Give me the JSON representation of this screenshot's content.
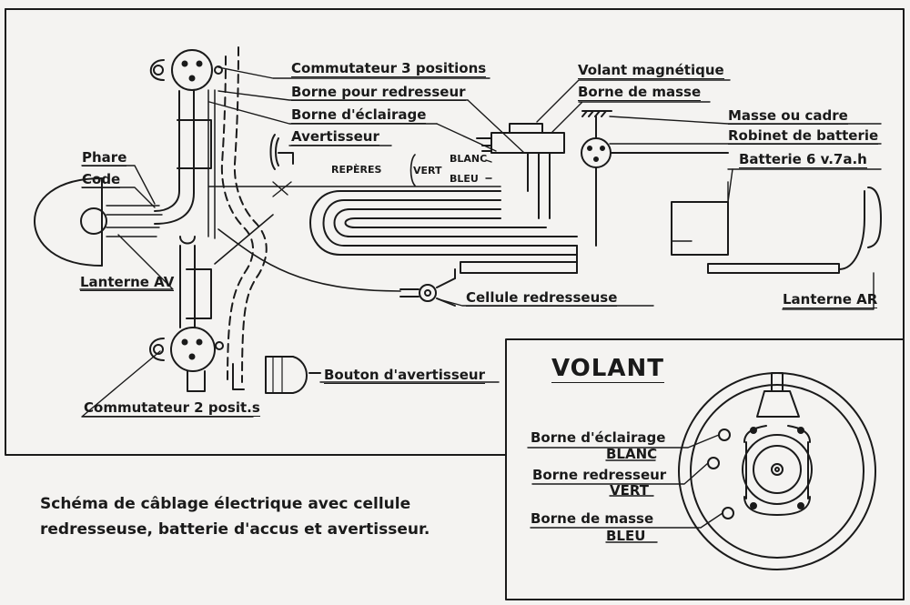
{
  "labels": {
    "commutateur3": "Commutateur 3 positions",
    "borne_redresseur": "Borne pour redresseur",
    "borne_eclairage": "Borne d'éclairage",
    "avertisseur": "Avertisseur",
    "phare": "Phare",
    "code": "Code",
    "reperes": "REPÈRES",
    "vert": "VERT",
    "blanc": "BLANC",
    "bleu": "BLEU",
    "volant_magnetique": "Volant magnétique",
    "borne_masse": "Borne de masse",
    "masse_cadre": "Masse ou cadre",
    "robinet": "Robinet de batterie",
    "batterie": "Batterie 6 v.7a.h",
    "lanterne_av": "Lanterne AV",
    "cellule": "Cellule redresseuse",
    "lanterne_ar": "Lanterne AR",
    "bouton": "Bouton d'avertisseur",
    "commutateur2": "Commutateur 2 posit.s"
  },
  "inset": {
    "title": "VOLANT",
    "borne_eclairage": "Borne d'éclairage",
    "blanc": "BLANC",
    "borne_redresseur": "Borne redresseur",
    "vert": "VERT",
    "borne_masse": "Borne de masse",
    "bleu": "BLEU"
  },
  "caption": {
    "line1": "Schéma de câblage électrique avec cellule",
    "line2": "redresseuse, batterie d'accus et avertisseur."
  }
}
